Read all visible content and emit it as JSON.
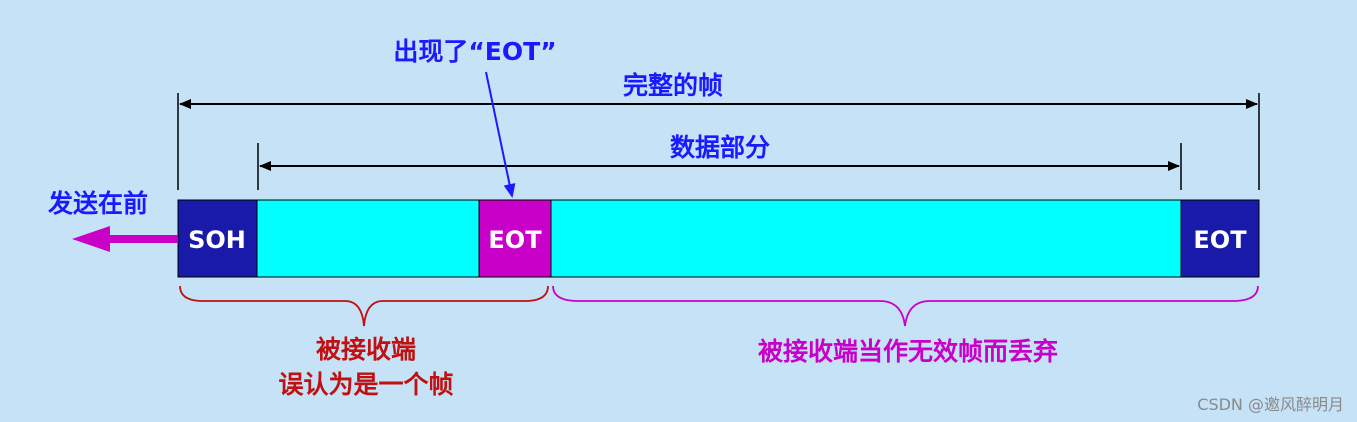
{
  "colors": {
    "background": "#c5e2f7",
    "navy_box": "#1a1aaa",
    "cyan_box": "#00ffff",
    "magenta_box": "#c800c8",
    "blue_text": "#1a1aff",
    "red_text": "#c01010",
    "magenta_text": "#c800c8",
    "line": "#000000"
  },
  "labels": {
    "eot_appeared": "出现了“EOT”",
    "complete_frame": "完整的帧",
    "data_part": "数据部分",
    "sent_first": "发送在前",
    "receiver_line1": "被接收端",
    "receiver_line2": "误认为是一个帧",
    "discarded": "被接收端当作无效帧而丢弃",
    "watermark": "CSDN @邀风醉明月"
  },
  "boxes": {
    "soh": "SOH",
    "eot_middle": "EOT",
    "eot_end": "EOT"
  }
}
